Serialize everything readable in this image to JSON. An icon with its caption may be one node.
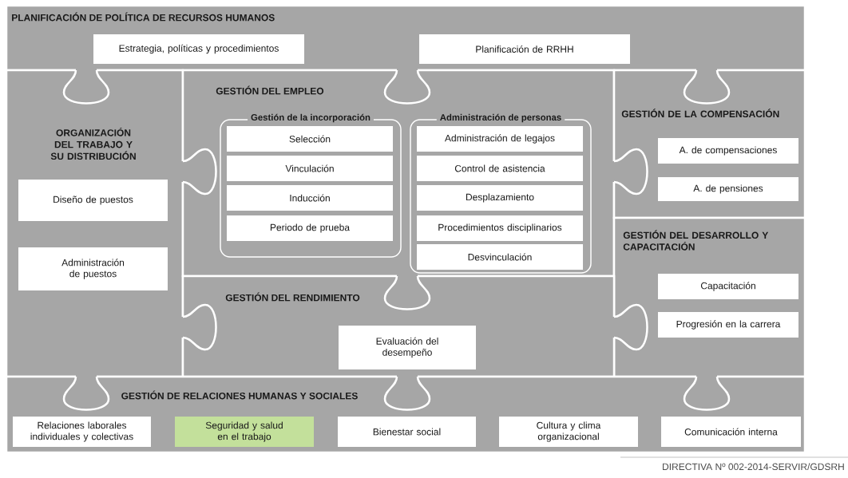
{
  "diagram": {
    "nodes": [
      {
        "text": [
          "PLANIFICACIÓN DE POLÍTICA DE RECURSOS HUMANOS"
        ]
      },
      {
        "text": [
          "Estrategia, políticas y procedimientos"
        ],
        "in": 0
      },
      {
        "text": [
          "Planificación de RRHH"
        ],
        "in": 0
      },
      {
        "text": [
          "ORGANIZACIÓN DEL TRABAJO Y SU DISTRIBUCIÓN"
        ]
      },
      {
        "text": [
          "Diseño de puestos"
        ],
        "in": 3
      },
      {
        "text": [
          "Administración de puestos"
        ],
        "in": 3
      },
      {
        "text": [
          "GESTIÓN DEL EMPLEO"
        ]
      },
      {
        "text": [
          "Gestión de la incorporación"
        ],
        "in": 6
      },
      {
        "text": [
          "Selección"
        ],
        "in": 7
      },
      {
        "text": [
          "Vinculación"
        ],
        "in": 7
      },
      {
        "text": [
          "Inducción"
        ],
        "in": 7
      },
      {
        "text": [
          "Periodo de prueba"
        ],
        "in": 7
      },
      {
        "text": [
          "Administración de personas"
        ],
        "in": 6
      },
      {
        "text": [
          "Administración de legajos"
        ],
        "in": 12
      },
      {
        "text": [
          "Control de asistencia"
        ],
        "in": 12
      },
      {
        "text": [
          "Desplazamiento"
        ],
        "in": 12
      },
      {
        "text": [
          "Procedimientos disciplinarios"
        ],
        "in": 12
      },
      {
        "text": [
          "Desvinculación"
        ],
        "in": 12
      },
      {
        "text": [
          "GESTIÓN DE LA COMPENSACIÓN"
        ]
      },
      {
        "text": [
          "A. de compensaciones"
        ],
        "in": 18
      },
      {
        "text": [
          "A. de pensiones"
        ],
        "in": 18
      },
      {
        "text": [
          "GESTIÓN DEL DESARROLLO Y CAPACITACIÓN"
        ]
      },
      {
        "text": [
          "Capacitación"
        ],
        "in": 21
      },
      {
        "text": [
          "Progresión en la carrera"
        ],
        "in": 21
      },
      {
        "text": [
          "GESTIÓN DEL RENDIMIENTO"
        ]
      },
      {
        "text": [
          "Evaluación del desempeño"
        ],
        "in": 24
      },
      {
        "text": [
          "GESTIÓN DE RELACIONES HUMANAS Y SOCIALES"
        ]
      },
      {
        "text": [
          "Relaciones laborales individuales y colectivas"
        ],
        "in": 26
      },
      {
        "text": [
          "Seguridad y salud en el trabajo"
        ],
        "in": 26
      },
      {
        "text": [
          "Bienestar social"
        ],
        "in": 26
      },
      {
        "text": [
          "Cultura y clima organizacional"
        ],
        "in": 26
      },
      {
        "text": [
          "Comunicación interna"
        ],
        "in": 26
      }
    ],
    "labels": [
      "DIRECTIVA Nº 002-2014-SERVIR/GDSRH"
    ]
  }
}
